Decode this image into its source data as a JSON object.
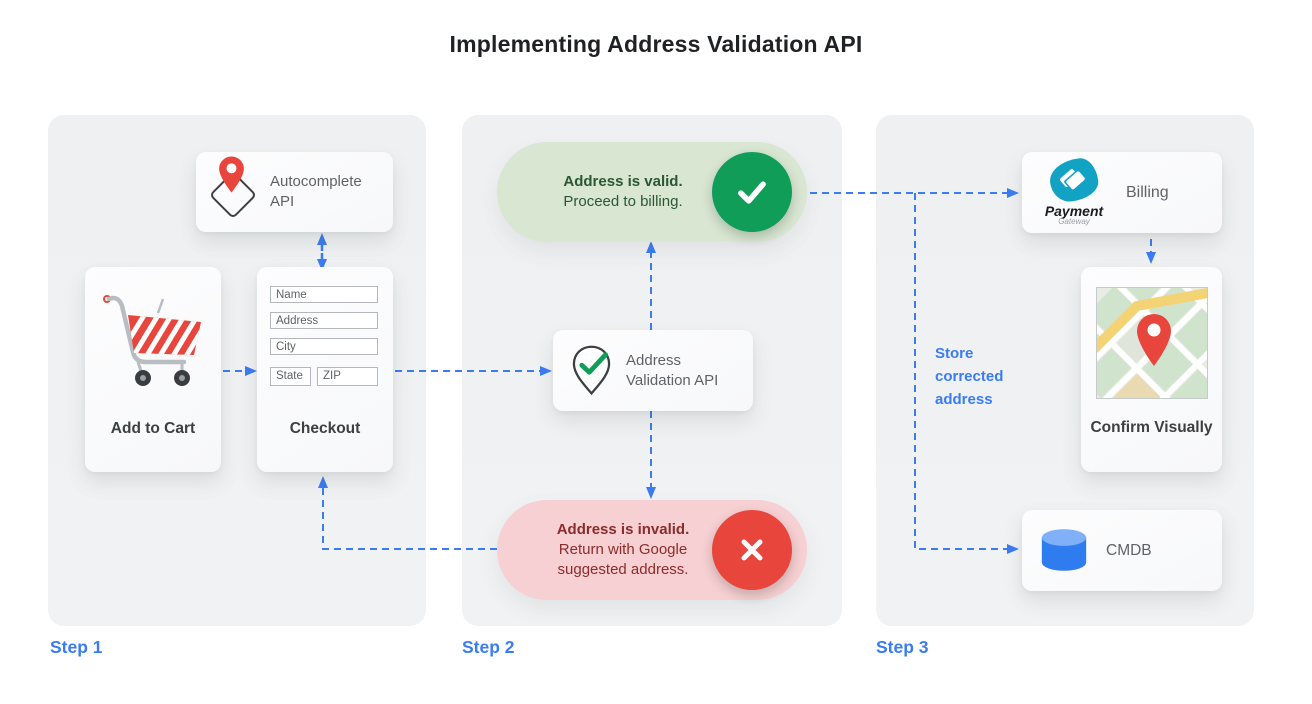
{
  "title": "Implementing Address Validation API",
  "steps": {
    "step1": {
      "label": "Step 1",
      "autocomplete_card": {
        "label": "Autocomplete API",
        "icon": "map-pin-diamond-icon"
      },
      "add_to_cart_card": {
        "label": "Add to Cart",
        "icon": "shopping-cart-icon"
      },
      "checkout_card": {
        "label": "Checkout",
        "fields": [
          "Name",
          "Address",
          "City",
          "State",
          "ZIP"
        ]
      }
    },
    "step2": {
      "label": "Step 2",
      "validation_card": {
        "label": "Address Validation API",
        "icon": "map-pin-check-icon"
      },
      "valid_pill": {
        "title": "Address is valid.",
        "subtitle": "Proceed to billing.",
        "icon": "check-circle-icon"
      },
      "invalid_pill": {
        "title": "Address is invalid.",
        "subtitle": "Return with Google suggested address.",
        "icon": "x-circle-icon"
      }
    },
    "step3": {
      "label": "Step 3",
      "billing_card": {
        "label": "Billing",
        "logo_title": "Payment",
        "logo_subtitle": "Gateway",
        "icon": "payment-gateway-logo"
      },
      "confirm_card": {
        "label": "Confirm Visually",
        "icon": "map-thumbnail-icon"
      },
      "cmdb_card": {
        "label": "CMDB",
        "icon": "database-icon"
      },
      "annotation": "Store corrected address"
    }
  },
  "colors": {
    "accent_blue": "#3b7cf2",
    "success_green": "#0f9d58",
    "error_red": "#e8453c",
    "valid_pill_bg": "#d8e6d2",
    "invalid_pill_bg": "#f6d0d2",
    "valid_text": "#2c5733",
    "invalid_text": "#8c2c2c",
    "panel_bg": "#f0f1f3",
    "card_bg": "#fcfcfd",
    "label_gray": "#5f6368",
    "label_dark": "#3c4043",
    "payment_teal": "#12a3c4",
    "cmdb_blue": "#2e7cf0"
  }
}
